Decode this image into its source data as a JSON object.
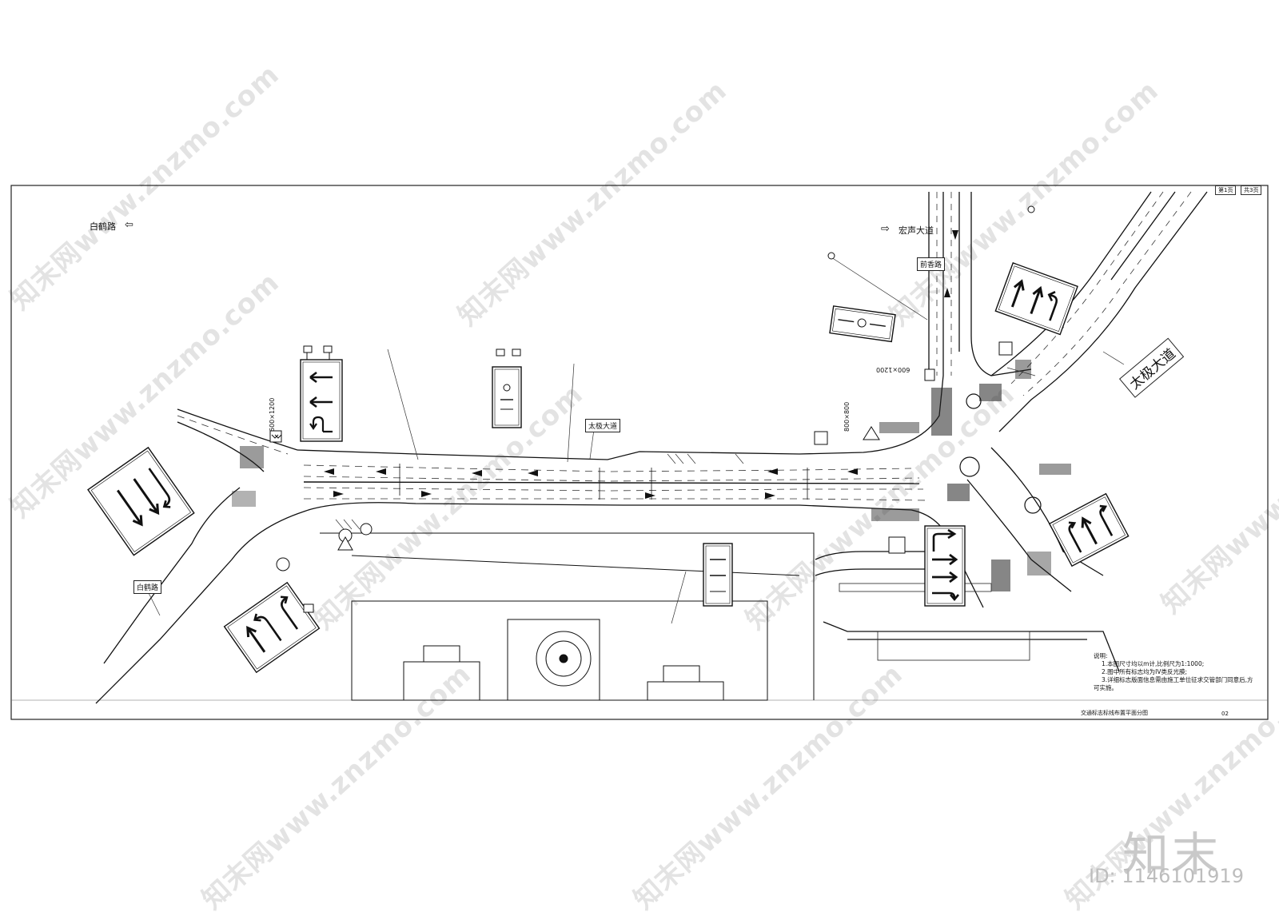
{
  "roads": {
    "baihe_road": "白鹤路",
    "hongsheng_avenue": "宏声大道",
    "taiji_avenue": "太极大道",
    "qianxiang_road": "前香路"
  },
  "direction_arrows": {
    "left": "⇦",
    "right": "⇨"
  },
  "sign_specs": {
    "spec_a": "600×1200",
    "spec_b": "800×800"
  },
  "notes": {
    "heading": "说明:",
    "line1": "1.本图尺寸均以m计,比例尺为1:1000;",
    "line2": "2.图中所有标志均为IV类反光膜;",
    "line3": "3.详细标志版面信息需由施工单位征求交管部门同意后,方",
    "line4": "可实施。"
  },
  "title_block": {
    "drawing_title": "交通标志标线布置平面分图",
    "sheet_code": "02",
    "page": "第1页",
    "total": "共3页"
  },
  "watermark": {
    "text": "知末网www.znzmo.com",
    "brand": "知末",
    "id": "ID: 1146101919"
  },
  "icons": {
    "straight_arrow": "straight-arrow-icon",
    "left_arrow": "left-arrow-icon",
    "right_turn_arrow": "right-turn-arrow-icon",
    "u_turn_arrow": "u-turn-arrow-icon"
  }
}
